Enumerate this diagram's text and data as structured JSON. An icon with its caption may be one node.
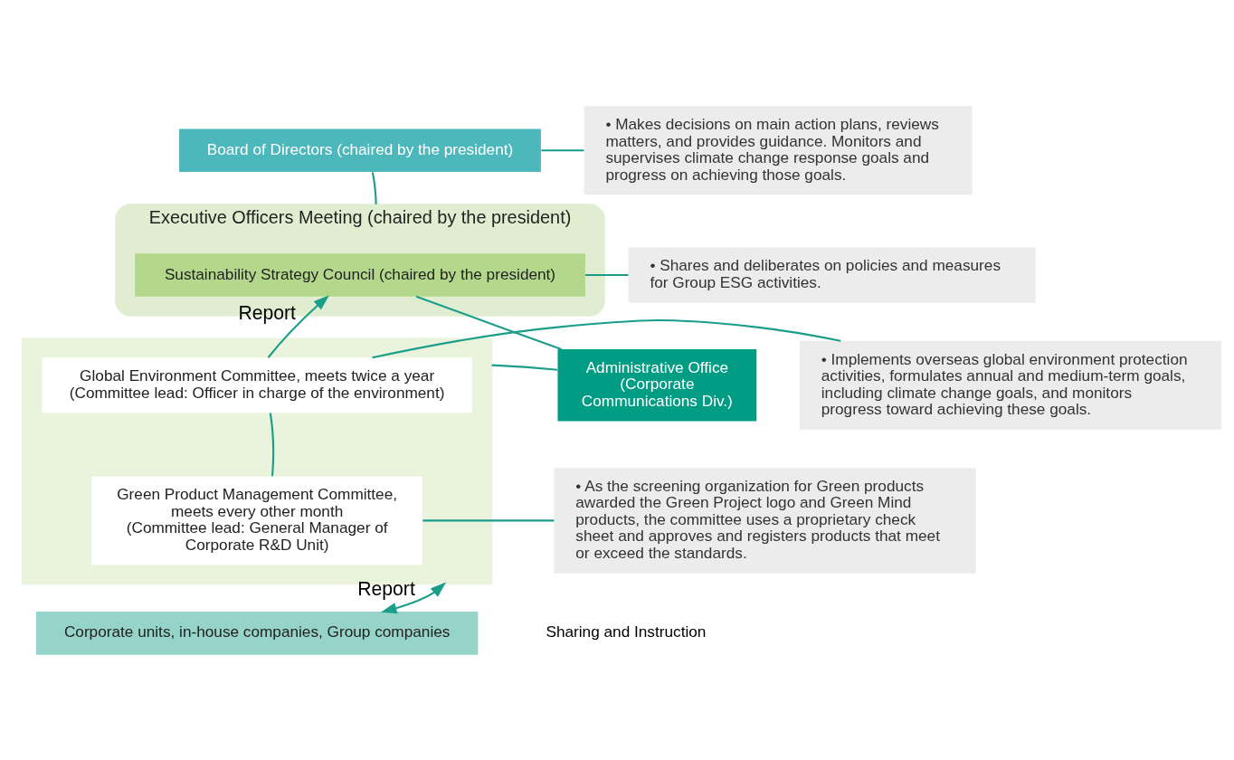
{
  "diagram": {
    "nodes": [
      {
        "text": [
          "Board of Directors (chaired by the president)"
        ]
      },
      {
        "text": [
          "• Makes decisions on main action plans, reviews matters, and provides guidance. Monitors and supervises climate change response goals and progress on achieving those goals."
        ]
      },
      {
        "text": [
          "Executive Officers Meeting (chaired by the president)"
        ]
      },
      {
        "text": [
          "Sustainability Strategy Council (chaired by the president)"
        ],
        "in": 2
      },
      {
        "text": [
          "• Shares and deliberates on policies and measures for Group ESG activities."
        ]
      },
      {
        "text": [
          "Administrative Office (Corporate Communications Div.)"
        ]
      },
      {
        "text": [],
        "shape": "box"
      },
      {
        "text": [
          "Global Environment Committee, meets twice a year",
          "(Committee lead: Officer in charge of the environment)"
        ],
        "in": 6
      },
      {
        "text": [
          "• Implements overseas global environment protection activities, formulates annual and medium-term goals, including climate change goals, and monitors progress toward achieving these goals."
        ]
      },
      {
        "text": [
          "Green Product Management Committee, meets every other month",
          "(Committee lead: General Manager of Corporate R&D Unit)"
        ],
        "in": 6
      },
      {
        "text": [
          "• As the screening organization for Green products awarded the Green Project logo and Green Mind products, the committee uses a proprietary check sheet and approves and registers products that meet or exceed the standards."
        ]
      },
      {
        "text": [
          "Corporate units, in-house companies, Group companies"
        ]
      }
    ],
    "edges": [
      {
        "from": 0,
        "to": 1,
        "arrow": "none"
      },
      {
        "from": 0,
        "to": 2,
        "arrow": "none"
      },
      {
        "from": 3,
        "to": 4,
        "arrow": "none"
      },
      {
        "from": 5,
        "to": 3,
        "arrow": "none"
      },
      {
        "from": 5,
        "to": 6,
        "arrow": "none"
      },
      {
        "from": 7,
        "to": 3,
        "arrow": "to",
        "label": "Report"
      },
      {
        "from": 7,
        "to": 8,
        "arrow": "none"
      },
      {
        "from": 7,
        "to": 9,
        "arrow": "none"
      },
      {
        "from": 9,
        "to": 10,
        "arrow": "none"
      },
      {
        "from": 6,
        "to": 11,
        "arrow": "both",
        "label": "Report"
      }
    ],
    "labels": [
      "Sharing and Instruction"
    ]
  }
}
